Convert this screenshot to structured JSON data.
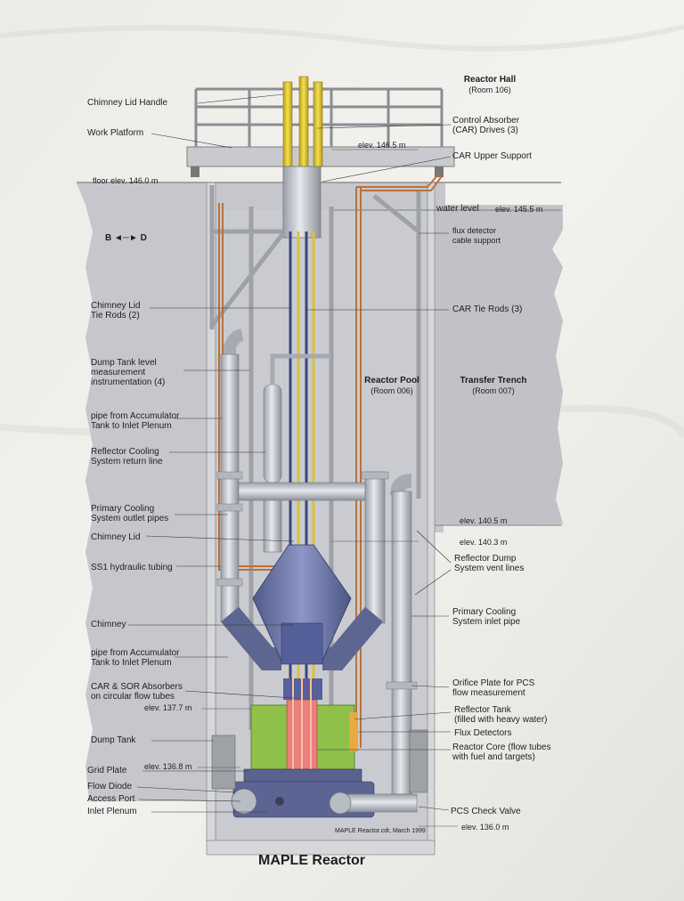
{
  "title": "MAPLE Reactor",
  "footer_note": "MAPLE Reactor.cdr, March 1999",
  "direction_marker": "B ◄─► D",
  "rooms": {
    "reactor_hall": "Reactor Hall",
    "reactor_hall_room": "(Room 106)",
    "reactor_pool": "Reactor Pool",
    "reactor_pool_room": "(Room 006)",
    "transfer_trench": "Transfer Trench",
    "transfer_trench_room": "(Room 007)"
  },
  "elevations": {
    "floor": "floor elev. 146.0 m",
    "platform": "elev. 146.5 m",
    "water_level_label": "water level",
    "water_level": "elev. 145.5 m",
    "e1405": "elev. 140.5 m",
    "e1403": "elev. 140.3 m",
    "e1377": "elev. 137.7 m",
    "e1368": "elev. 136.8 m",
    "e1360": "elev. 136.0 m"
  },
  "labels_left": {
    "chimney_lid_handle": "Chimney Lid Handle",
    "work_platform": "Work Platform",
    "chimney_lid_tie_rods": "Chimney Lid\nTie Rods (2)",
    "dump_tank_level": "Dump Tank level\nmeasurement\ninstrumentation (4)",
    "pipe_accumulator_1": "pipe from Accumulator\nTank to Inlet Plenum",
    "reflector_cooling": "Reflector Cooling\nSystem return line",
    "primary_outlet": "Primary Cooling\nSystem outlet pipes",
    "chimney_lid": "Chimney Lid",
    "ss1_tubing": "SS1 hydraulic tubing",
    "chimney": "Chimney",
    "pipe_accumulator_2": "pipe from Accumulator\nTank to Inlet Plenum",
    "car_sor_absorbers": "CAR & SOR Absorbers\non circular flow tubes",
    "dump_tank": "Dump Tank",
    "grid_plate": "Grid Plate",
    "flow_diode": "Flow Diode",
    "access_port": "Access Port",
    "inlet_plenum": "Inlet Plenum"
  },
  "labels_right": {
    "car_drives": "Control Absorber\n(CAR) Drives (3)",
    "car_upper_support": "CAR Upper Support",
    "flux_detector_support": "flux detector\ncable support",
    "car_tie_rods": "CAR Tie Rods (3)",
    "reflector_dump_vents": "Reflector Dump\nSystem vent lines",
    "primary_inlet": "Primary Cooling\nSystem inlet pipe",
    "orifice_plate": "Orifice Plate for PCS\nflow measurement",
    "reflector_tank": "Reflector Tank\n(filled with heavy water)",
    "flux_detectors": "Flux Detectors",
    "reactor_core": "Reactor Core (flow tubes\nwith fuel and targets)",
    "pcs_check_valve": "PCS Check Valve"
  }
}
